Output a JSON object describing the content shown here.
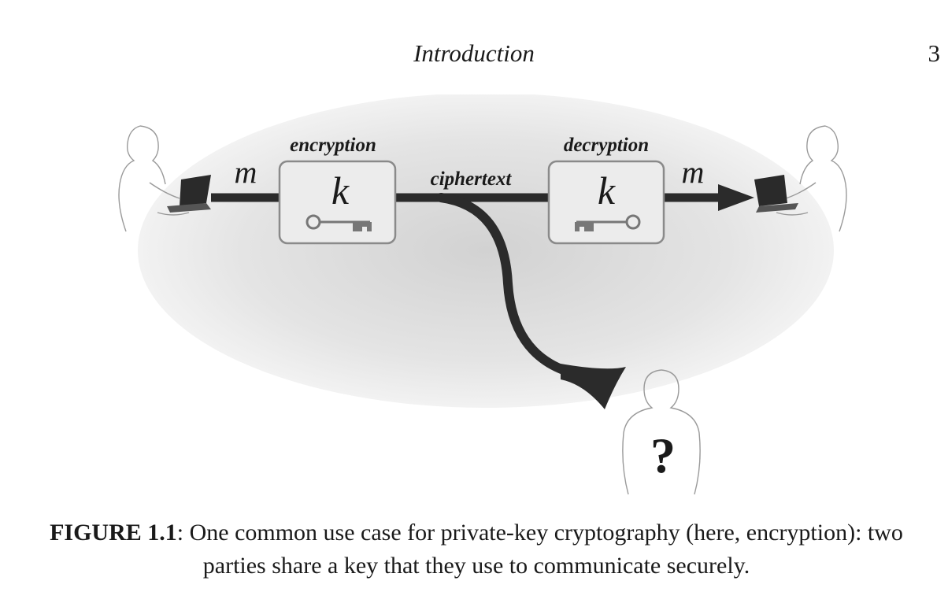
{
  "header": {
    "running_title": "Introduction",
    "page_number": "3"
  },
  "figure": {
    "labels": {
      "encryption": "encryption",
      "decryption": "decryption",
      "ciphertext": "ciphertext",
      "message_left": "m",
      "message_right": "m",
      "key_left": "k",
      "key_right": "k",
      "eavesdropper_mark": "?"
    },
    "icons": [
      "sender-person-icon",
      "laptop-icon",
      "key-icon",
      "receiver-person-icon",
      "eavesdropper-person-icon"
    ]
  },
  "caption": {
    "label": "FIGURE 1.1",
    "text": ":   One common use case for private-key cryptography (here, encryption): two parties share a key that they use to communicate securely."
  }
}
